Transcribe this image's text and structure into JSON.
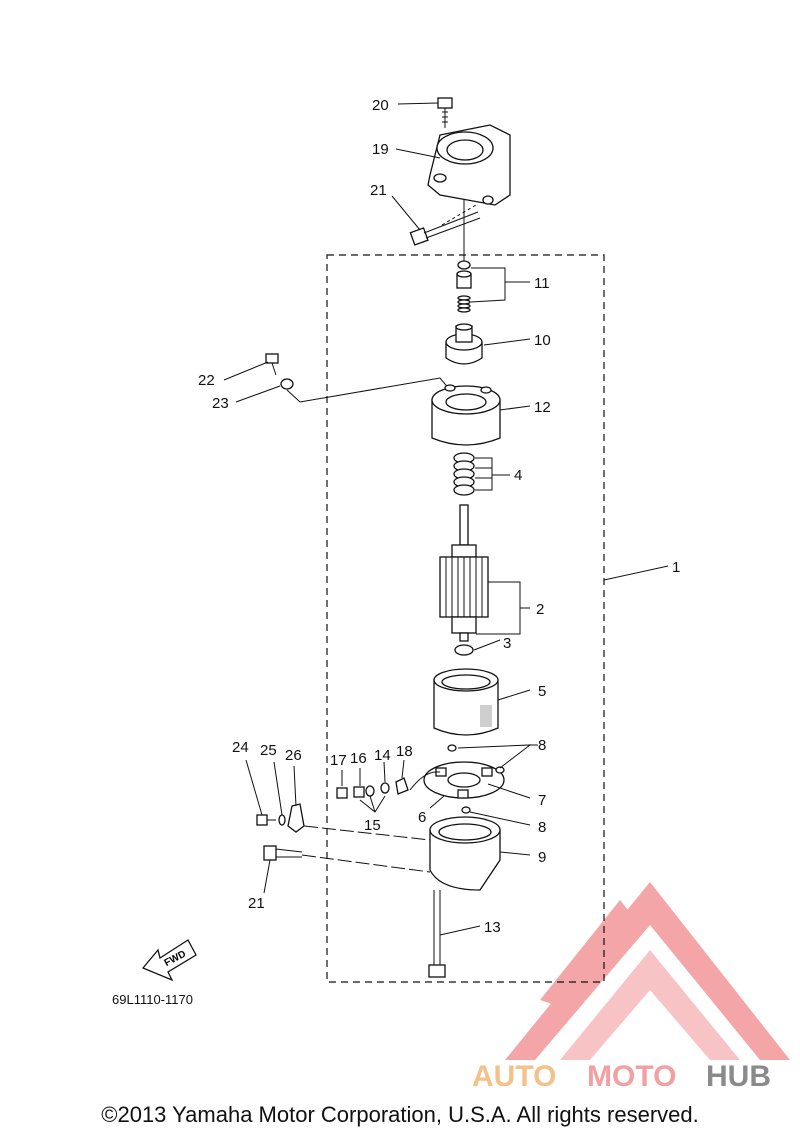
{
  "diagram": {
    "part_code": "69L1110-1170",
    "fwd_label": "FWD",
    "callouts": [
      "1",
      "2",
      "3",
      "4",
      "5",
      "6",
      "7",
      "8",
      "8",
      "9",
      "10",
      "11",
      "12",
      "13",
      "14",
      "15",
      "16",
      "17",
      "18",
      "19",
      "20",
      "21",
      "21",
      "22",
      "23",
      "24",
      "25",
      "26"
    ]
  },
  "watermark": {
    "text_part1": "AUTO",
    "text_part2": "MOTO",
    "text_part3": "HUB",
    "colors": {
      "triangle": "#f0888a",
      "auto": "#f3c28a",
      "moto": "#f2a0a2",
      "hub": "#8a8a8a"
    }
  },
  "footer": {
    "copyright": "©2013 Yamaha Motor Corporation, U.S.A. All rights reserved."
  }
}
